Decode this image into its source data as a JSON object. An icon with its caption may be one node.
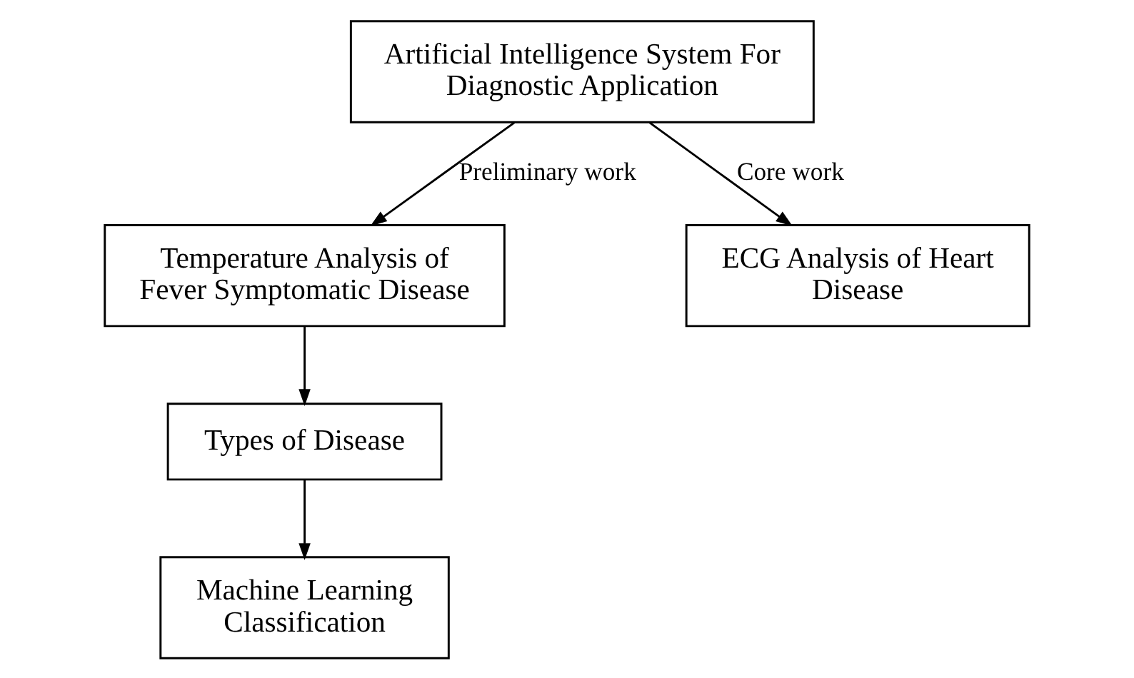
{
  "diagram": {
    "nodes": [
      {
        "text": [
          "Artificial Intelligence System For Diagnostic Application"
        ]
      },
      {
        "text": [
          "Temperature Analysis of Fever Symptomatic Disease"
        ]
      },
      {
        "text": [
          "ECG Analysis of Heart Disease"
        ]
      },
      {
        "text": [
          "Types of Disease"
        ]
      },
      {
        "text": [
          "Machine Learning Classification"
        ]
      }
    ],
    "edges": [
      {
        "from": 0,
        "to": 1,
        "arrow": "to",
        "label": "Preliminary work"
      },
      {
        "from": 0,
        "to": 2,
        "arrow": "to",
        "label": "Core work"
      },
      {
        "from": 1,
        "to": 3,
        "arrow": "to"
      },
      {
        "from": 3,
        "to": 4,
        "arrow": "to"
      }
    ]
  }
}
